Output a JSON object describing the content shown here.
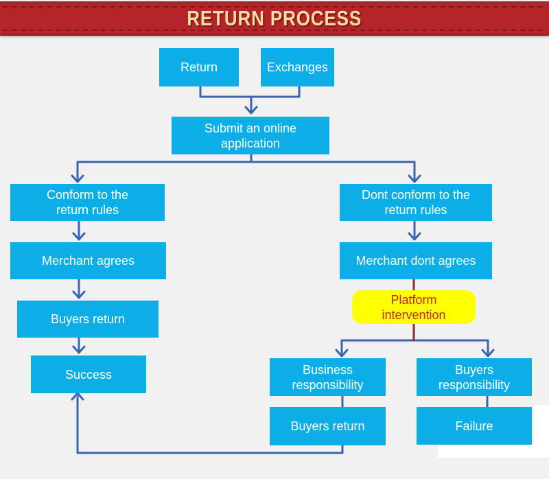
{
  "banner": {
    "title": "RETURN PROCESS"
  },
  "nodes": {
    "return": {
      "label": "Return"
    },
    "exchanges": {
      "label": "Exchanges"
    },
    "submit": {
      "label": "Submit an online\napplication"
    },
    "conform": {
      "label": "Conform to the\nreturn rules"
    },
    "dont_conform": {
      "label": "Dont conform to the\nreturn rules"
    },
    "merchant_agrees": {
      "label": "Merchant agrees"
    },
    "merchant_dont_agrees": {
      "label": "Merchant dont agrees"
    },
    "buyers_return_left": {
      "label": "Buyers return"
    },
    "success": {
      "label": "Success"
    },
    "platform_intervention": {
      "label": "Platform\nintervention"
    },
    "business_responsibility": {
      "label": "Business\nresponsibility"
    },
    "buyers_responsibility": {
      "label": "Buyers\nresponsibility"
    },
    "buyers_return_bottom": {
      "label": "Buyers return"
    },
    "failure": {
      "label": "Failure"
    }
  },
  "colors": {
    "background": "#f1f1f1",
    "banner_red": "#b5242b",
    "banner_stitch": "#86141a",
    "banner_text": "#f2df9d",
    "node_cyan": "#0caee8",
    "node_text": "#ffffff",
    "connector_blue": "#3a64b0",
    "connector_dark_red": "#8c2b31",
    "highlight_yellow": "#ffff00",
    "highlight_text_red": "#c2262c"
  }
}
